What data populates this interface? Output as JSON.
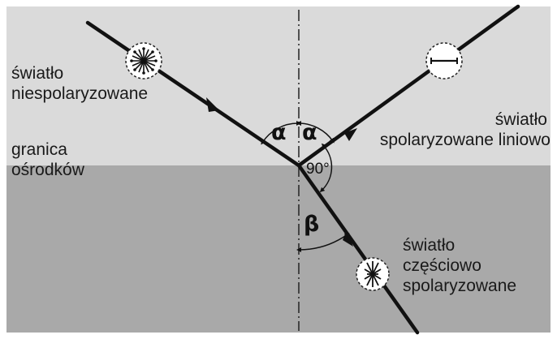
{
  "labels": {
    "incident": [
      "światło",
      "niespolaryzowane"
    ],
    "reflected": [
      "światło",
      "spolaryzowane liniowo"
    ],
    "boundary": [
      "granica",
      "ośrodków"
    ],
    "refracted": [
      "światło",
      "częściowo",
      "spolaryzowane"
    ]
  },
  "angles": {
    "alpha_left": "α",
    "alpha_right": "α",
    "beta": "β",
    "right_angle": "90°"
  },
  "colors": {
    "upper_medium": "#dadada",
    "lower_medium": "#a9a9a9",
    "ray": "#111111",
    "frame": "#ffffff"
  },
  "icons": {
    "incident_polarization": "starburst-icon",
    "reflected_polarization": "horizontal-line-icon",
    "refracted_polarization": "partial-starburst-icon"
  }
}
